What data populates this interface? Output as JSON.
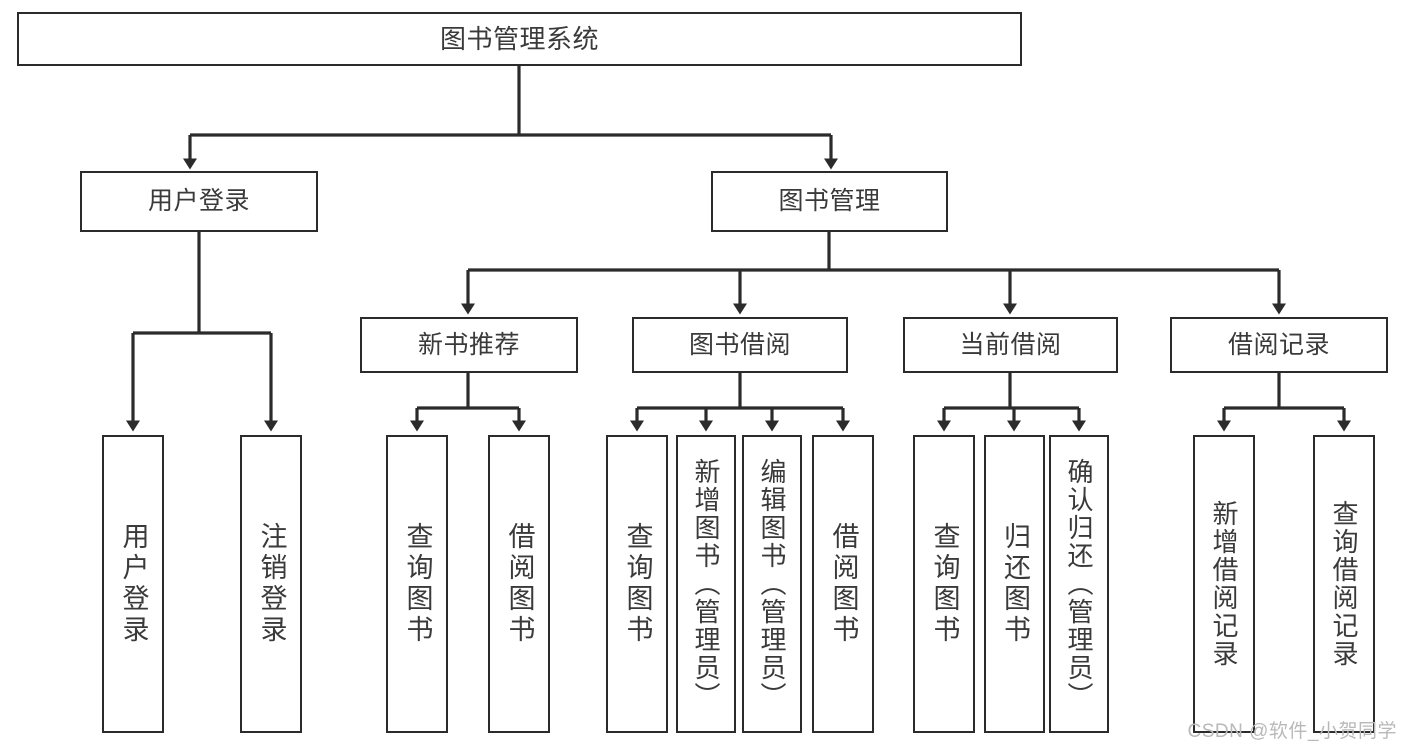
{
  "diagram": {
    "type": "tree-hierarchy-function-decomposition",
    "title": "图书管理系统",
    "colors": {
      "box_border": "#2b2b2b",
      "box_fill": "#ffffff",
      "text": "#3a3a3a",
      "connector": "#2b2b2b",
      "watermark": "#b9b9b9",
      "background": "#ffffff"
    },
    "levels": {
      "root": {
        "label": "图书管理系统"
      },
      "level2": [
        {
          "id": "user-login",
          "label": "用户登录"
        },
        {
          "id": "book-management",
          "label": "图书管理"
        }
      ],
      "level3": [
        {
          "id": "new-book-recommend",
          "label": "新书推荐",
          "parent": "book-management"
        },
        {
          "id": "book-borrow",
          "label": "图书借阅",
          "parent": "book-management"
        },
        {
          "id": "current-borrow",
          "label": "当前借阅",
          "parent": "book-management"
        },
        {
          "id": "borrow-record",
          "label": "借阅记录",
          "parent": "book-management"
        }
      ],
      "leaves": [
        {
          "id": "leaf-user-login",
          "label": "用户登录",
          "parent": "user-login"
        },
        {
          "id": "leaf-logout-login",
          "label": "注销登录",
          "parent": "user-login"
        },
        {
          "id": "leaf-query-book-1",
          "label": "查询图书",
          "parent": "new-book-recommend"
        },
        {
          "id": "leaf-borrow-book-1",
          "label": "借阅图书",
          "parent": "new-book-recommend"
        },
        {
          "id": "leaf-query-book-2",
          "label": "查询图书",
          "parent": "book-borrow"
        },
        {
          "id": "leaf-add-book",
          "label": "新增图书（管理员）",
          "parent": "book-borrow"
        },
        {
          "id": "leaf-edit-book",
          "label": "编辑图书（管理员）",
          "parent": "book-borrow"
        },
        {
          "id": "leaf-borrow-book-2",
          "label": "借阅图书",
          "parent": "book-borrow"
        },
        {
          "id": "leaf-query-book-3",
          "label": "查询图书",
          "parent": "current-borrow"
        },
        {
          "id": "leaf-return-book",
          "label": "归还图书",
          "parent": "current-borrow"
        },
        {
          "id": "leaf-confirm-return",
          "label": "确认归还（管理员）",
          "parent": "current-borrow"
        },
        {
          "id": "leaf-add-record",
          "label": "新增借阅记录",
          "parent": "borrow-record"
        },
        {
          "id": "leaf-query-record",
          "label": "查询借阅记录",
          "parent": "borrow-record"
        }
      ]
    },
    "watermark": "CSDN @软件_小贺同学"
  }
}
